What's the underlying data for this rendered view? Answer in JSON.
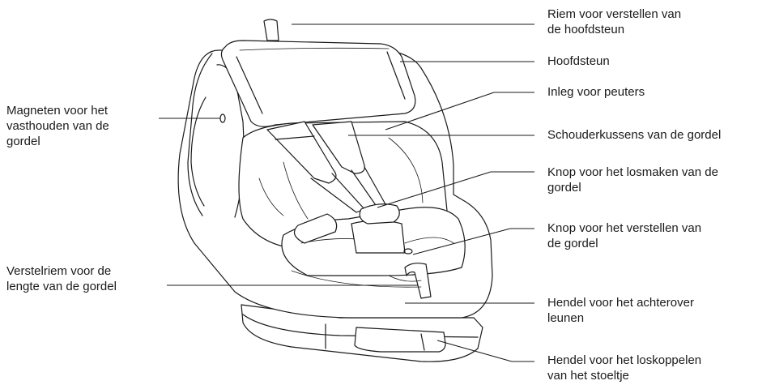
{
  "labels": {
    "headrest_strap": "Riem voor verstellen van\nde hoofdsteun",
    "headrest": "Hoofdsteun",
    "infant_insert": "Inleg voor peuters",
    "shoulder_pads": "Schouderkussens van de gordel",
    "buckle_release": "Knop voor het losmaken van de\ngordel",
    "harness_adjust_button": "Knop voor het verstellen van\nde gordel",
    "recline_lever": "Hendel voor het achterover\nleunen",
    "release_lever": "Hendel voor het loskoppelen\nvan het stoeltje",
    "magnets": "Magneten voor het\nvasthouden van de\ngordel",
    "strap_length": "Verstelriem voor de\nlengte van de gordel"
  },
  "colors": {
    "line": "#1a1a1a",
    "background": "#ffffff"
  }
}
